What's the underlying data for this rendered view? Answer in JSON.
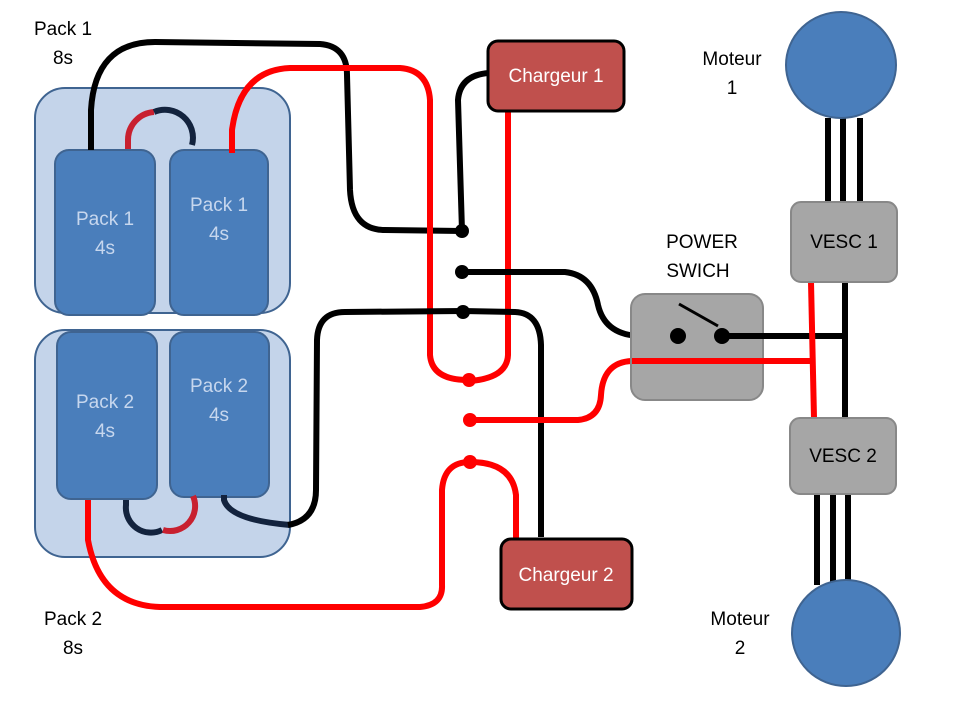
{
  "diagram": {
    "title_hidden": "",
    "colors": {
      "negative_wire": "#000000",
      "positive_wire": "#ff0000",
      "pack_outer": "#c4d4ea",
      "pack_cell": "#4a7ebb",
      "charger": "#c0504d",
      "device": "#a6a6a6",
      "motor": "#4a7ebb"
    },
    "pack1": {
      "label_line1": "Pack 1",
      "label_line2": "8s",
      "cells": [
        {
          "line1": "Pack 1",
          "line2": "4s"
        },
        {
          "line1": "Pack 1",
          "line2": "4s"
        }
      ]
    },
    "pack2": {
      "label_line1": "Pack 2",
      "label_line2": "8s",
      "cells": [
        {
          "line1": "Pack 2",
          "line2": "4s"
        },
        {
          "line1": "Pack 2",
          "line2": "4s"
        }
      ]
    },
    "chargers": [
      {
        "label": "Chargeur 1"
      },
      {
        "label": "Chargeur 2"
      }
    ],
    "power_switch": {
      "label_line1": "POWER",
      "label_line2": "SWICH"
    },
    "vescs": [
      {
        "label": "VESC 1"
      },
      {
        "label": "VESC 2"
      }
    ],
    "motors": [
      {
        "label_line1": "Moteur",
        "label_line2": "1"
      },
      {
        "label_line1": "Moteur",
        "label_line2": "2"
      }
    ]
  }
}
